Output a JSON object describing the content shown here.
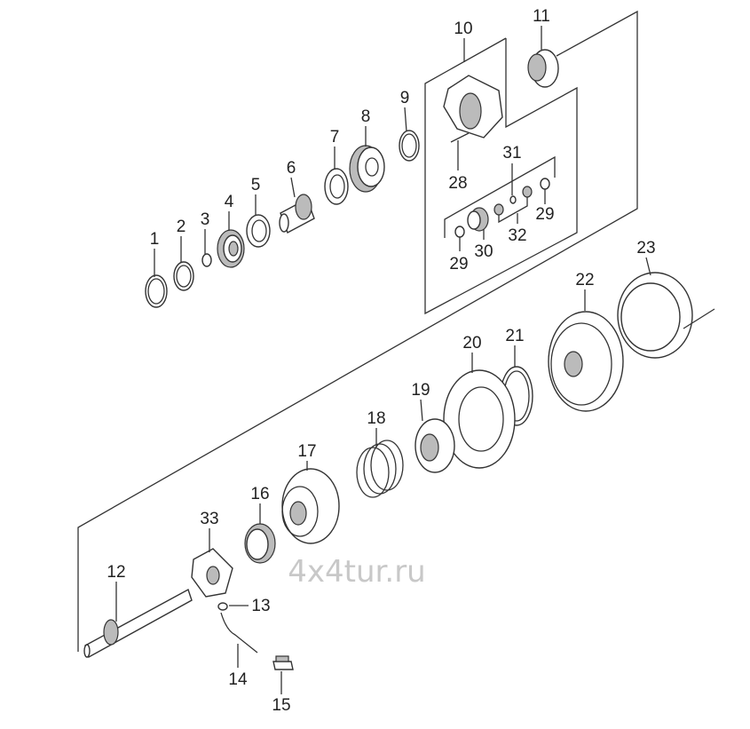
{
  "watermark": "4x4tur.ru",
  "callouts": {
    "p1": "1",
    "p2": "2",
    "p3": "3",
    "p4": "4",
    "p5": "5",
    "p6": "6",
    "p7": "7",
    "p8": "8",
    "p9": "9",
    "p10": "10",
    "p11": "11",
    "p12": "12",
    "p13": "13",
    "p14": "14",
    "p15": "15",
    "p16": "16",
    "p17": "17",
    "p18": "18",
    "p19": "19",
    "p20": "20",
    "p21": "21",
    "p22": "22",
    "p23": "23",
    "p28": "28",
    "p29a": "29",
    "p29b": "29",
    "p30": "30",
    "p31": "31",
    "p32": "32",
    "p33": "33"
  }
}
